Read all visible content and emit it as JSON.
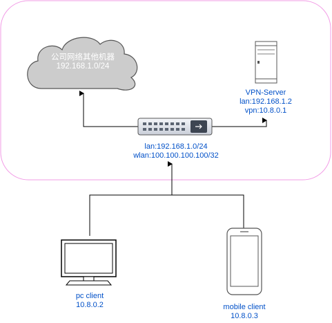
{
  "cloud": {
    "line1": "公司网络其他机器",
    "line2": "192.168.1.0/24"
  },
  "vpn_server": {
    "line1": "VPN-Server",
    "line2": "lan:192.168.1.2",
    "line3": "vpn:10.8.0.1"
  },
  "router": {
    "line1": "lan:192.168.1.0/24",
    "line2": "wlan:100.100.100.100/32"
  },
  "pc_client": {
    "line1": "pc client",
    "line2": "10.8.0.2"
  },
  "mobile_client": {
    "line1": "mobile client",
    "line2": "10.8.0.3"
  },
  "colors": {
    "boundary": "#f29ce6",
    "label": "#0050c8",
    "cloud_fill": "#cccccc",
    "cloud_stroke": "#555555"
  }
}
